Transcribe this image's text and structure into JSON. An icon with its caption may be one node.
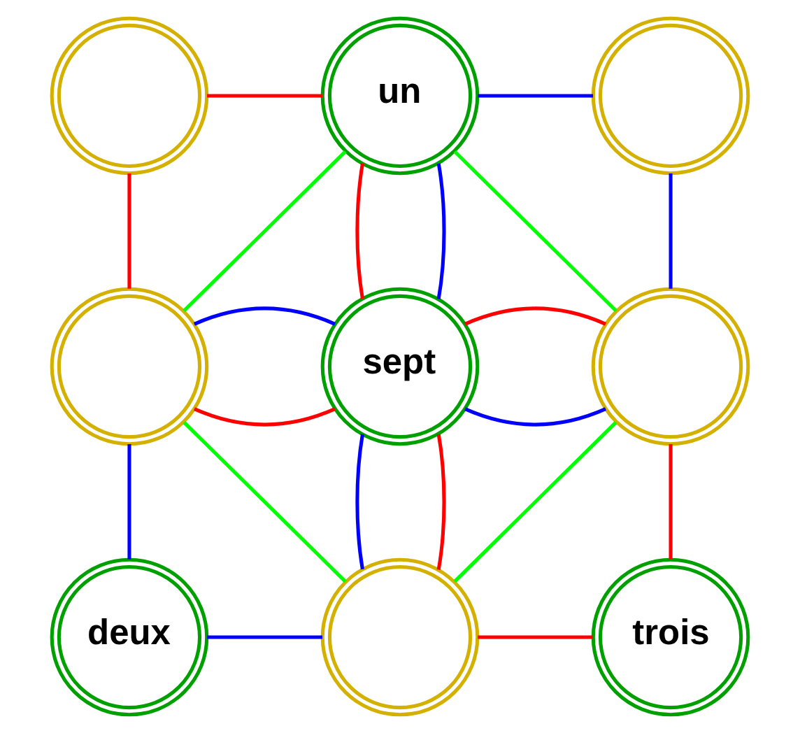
{
  "diagram": {
    "nodes": [
      {
        "text": [],
        "shape": "circle"
      },
      {
        "text": [
          "un"
        ]
      },
      {
        "text": [],
        "shape": "circle"
      },
      {
        "text": [],
        "shape": "circle"
      },
      {
        "text": [
          "sept"
        ]
      },
      {
        "text": [],
        "shape": "circle"
      },
      {
        "text": [
          "deux"
        ]
      },
      {
        "text": [],
        "shape": "circle"
      },
      {
        "text": [
          "trois"
        ]
      }
    ],
    "edges": [
      {
        "from": 0,
        "to": 1,
        "arrow": "none",
        "color": "#ff0000"
      },
      {
        "from": 1,
        "to": 4,
        "arrow": "none",
        "color": "#ff0000"
      },
      {
        "from": 4,
        "to": 3,
        "arrow": "none",
        "color": "#ff0000"
      },
      {
        "from": 3,
        "to": 0,
        "arrow": "none",
        "color": "#ff0000"
      },
      {
        "from": 1,
        "to": 2,
        "arrow": "none",
        "color": "#0000ff"
      },
      {
        "from": 2,
        "to": 5,
        "arrow": "none",
        "color": "#0000ff"
      },
      {
        "from": 5,
        "to": 4,
        "arrow": "none",
        "color": "#0000ff"
      },
      {
        "from": 4,
        "to": 1,
        "arrow": "none",
        "color": "#0000ff"
      },
      {
        "from": 3,
        "to": 4,
        "arrow": "none",
        "color": "#0000ff"
      },
      {
        "from": 4,
        "to": 7,
        "arrow": "none",
        "color": "#0000ff"
      },
      {
        "from": 7,
        "to": 6,
        "arrow": "none",
        "color": "#0000ff"
      },
      {
        "from": 6,
        "to": 3,
        "arrow": "none",
        "color": "#0000ff"
      },
      {
        "from": 4,
        "to": 5,
        "arrow": "none",
        "color": "#ff0000"
      },
      {
        "from": 5,
        "to": 8,
        "arrow": "none",
        "color": "#ff0000"
      },
      {
        "from": 8,
        "to": 7,
        "arrow": "none",
        "color": "#ff0000"
      },
      {
        "from": 7,
        "to": 4,
        "arrow": "none",
        "color": "#ff0000"
      },
      {
        "from": 1,
        "to": 5,
        "arrow": "none",
        "color": "#00ff00"
      },
      {
        "from": 5,
        "to": 7,
        "arrow": "none",
        "color": "#00ff00"
      },
      {
        "from": 7,
        "to": 3,
        "arrow": "none",
        "color": "#00ff00"
      },
      {
        "from": 3,
        "to": 1,
        "arrow": "none",
        "color": "#00ff00"
      }
    ]
  }
}
